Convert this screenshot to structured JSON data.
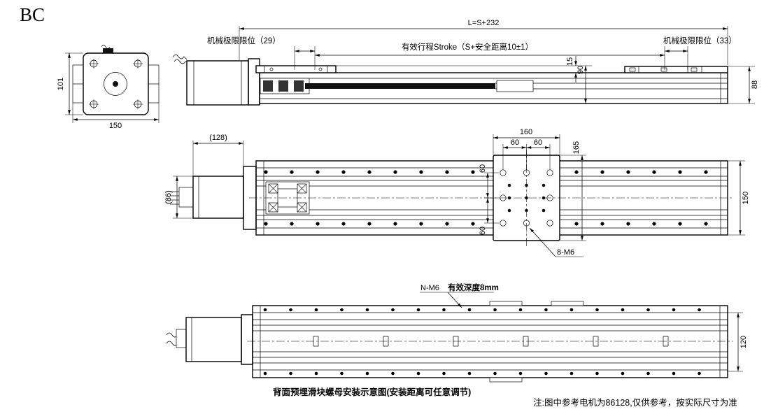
{
  "title": "BC",
  "side_view": {
    "dim_total": "L=S+232",
    "limit_left": "机械极限限位（29）",
    "stroke": "有效行程Stroke（S+安全距离10±1）",
    "limit_right": "机械极限限位（33）",
    "dim_15": "15",
    "dim_90": "90",
    "dim_88": "88"
  },
  "motor_view": {
    "dim_101": "101",
    "dim_150": "150"
  },
  "plan_view": {
    "dim_128": "(128)",
    "dim_86": "(86)",
    "dim_160": "160",
    "dim_60_a": "60",
    "dim_60_b": "60",
    "dim_165": "165",
    "dim_60_c": "60",
    "dim_60_d": "60",
    "dim_150": "150",
    "label_8m6": "8-M6"
  },
  "back_view": {
    "label_nm6": "N-M6",
    "label_depth": "有效深度8mm",
    "dim_120": "120",
    "caption": "背面预埋滑块螺母安装示意图(安装距离可任意调节)"
  },
  "note": "注:图中参考电机为86128,仅供参考，按实际尺寸为准"
}
